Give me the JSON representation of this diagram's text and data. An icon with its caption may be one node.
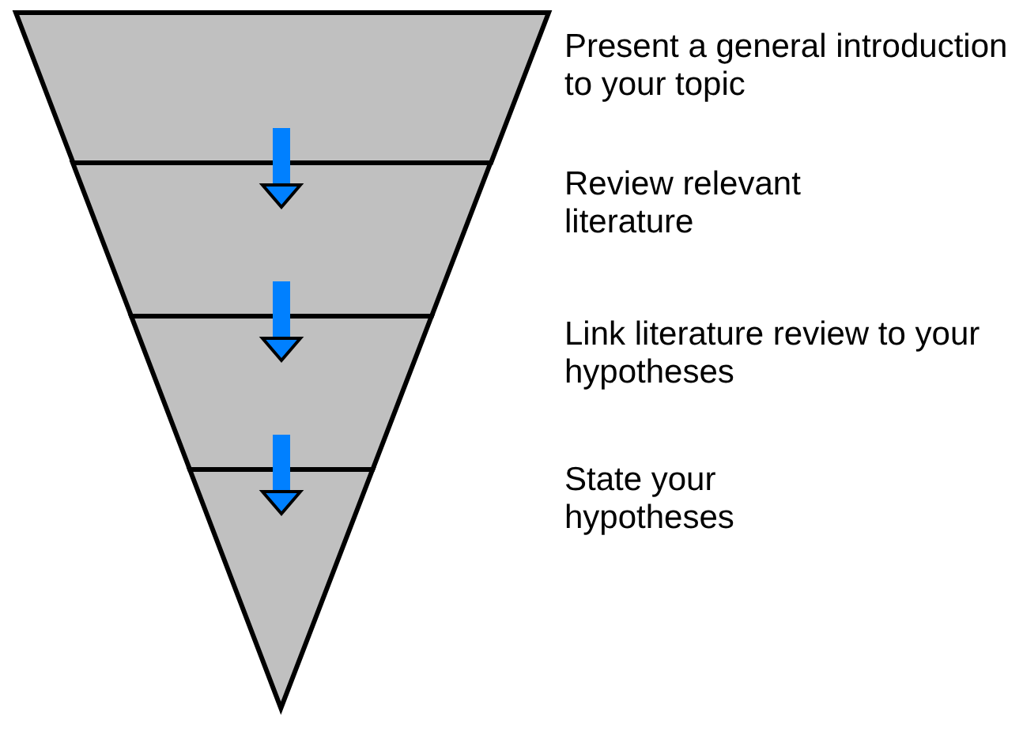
{
  "diagram": {
    "nodes": [
      {
        "text": [],
        "shape": "trapezoid"
      },
      {
        "text": [],
        "shape": "trapezoid"
      },
      {
        "text": [],
        "shape": "trapezoid"
      },
      {
        "text": [],
        "shape": "triangle"
      }
    ],
    "edges": [
      {
        "from": 0,
        "to": 1,
        "arrow": "to",
        "color": "#0080ff"
      },
      {
        "from": 1,
        "to": 2,
        "arrow": "to",
        "color": "#0080ff"
      },
      {
        "from": 2,
        "to": 3,
        "arrow": "to",
        "color": "#0080ff"
      }
    ],
    "labels": [
      "Present a general introduction to your topic",
      "Review relevant literature",
      "Link literature review to your hypotheses",
      "State your hypotheses"
    ]
  }
}
